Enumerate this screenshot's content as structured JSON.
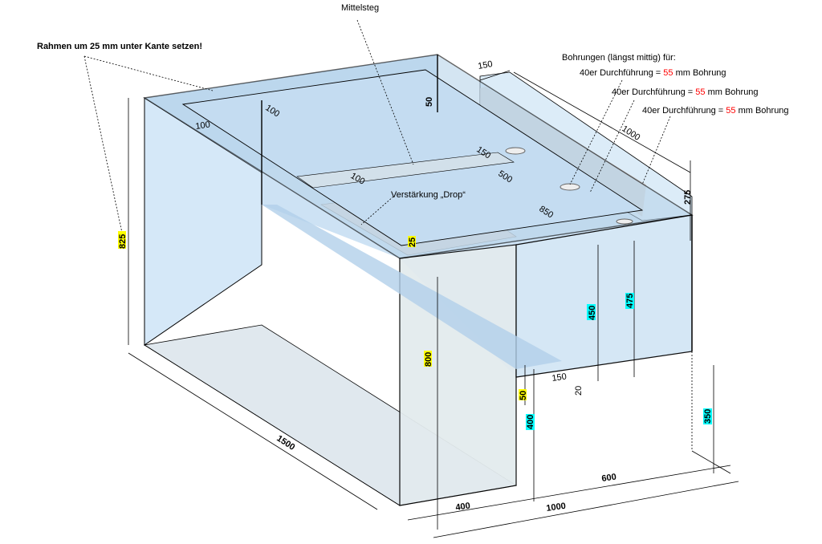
{
  "notes": {
    "frame": "Rahmen um 25 mm unter Kante setzen!",
    "center_brace": "Mittelsteg",
    "drilling_title": "Bohrungen (längst mittig) für:",
    "drilling_1_prefix": "40er Durchführung  = ",
    "drilling_1_value": "55",
    "drilling_1_suffix": " mm Bohrung",
    "drilling_2_prefix": "40er Durchführung  = ",
    "drilling_2_value": "55",
    "drilling_2_suffix": " mm Bohrung",
    "drilling_3_prefix": "40er Durchführung  = ",
    "drilling_3_value": "55",
    "drilling_3_suffix": " mm Bohrung",
    "reinforcement": "Verstärkung „Drop“"
  },
  "dimensions": {
    "frame_width_a": "100",
    "frame_width_b": "100",
    "brace_width": "100",
    "overflow_width": "150",
    "overflow_height_50": "50",
    "overflow_length": "1000",
    "hole_offset": "150",
    "hole_spacing_500": "500",
    "hole_spacing_850": "850",
    "overflow_depth": "275",
    "total_height": "825",
    "drop_offset": "25",
    "main_height": "800",
    "height_450": "450",
    "height_475": "475",
    "step_150": "150",
    "step_20": "20",
    "step_50": "50",
    "step_400": "400",
    "height_350": "350",
    "length": "1500",
    "front_400": "400",
    "front_600": "600",
    "front_1000": "1000"
  },
  "colors": {
    "glass": "#cfe4f5",
    "glass_dark": "#b8d6ef",
    "glass_side": "#e3ecf0",
    "floor": "#d8d8d8",
    "highlight_yellow": "#ffff00",
    "highlight_cyan": "#00ffff",
    "accent_red": "#ff0000"
  }
}
